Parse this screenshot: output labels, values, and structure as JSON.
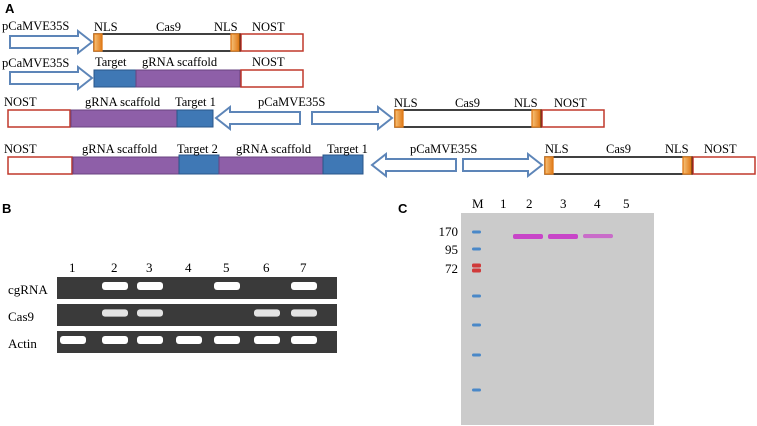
{
  "panels": {
    "a": {
      "letter": "A",
      "row1": {
        "promoter": "pCaMVE35S",
        "nls_left": "NLS",
        "gene": "Cas9",
        "nls_right": "NLS",
        "terminator": "NOST"
      },
      "row2": {
        "promoter": "pCaMVE35S",
        "target": "Target",
        "scaffold": "gRNA scaffold",
        "terminator": "NOST"
      },
      "row3": {
        "terminator_left": "NOST",
        "scaffold": "gRNA scaffold",
        "target": "Target 1",
        "promoter": "pCaMVE35S",
        "nls_left": "NLS",
        "gene": "Cas9",
        "nls_right": "NLS",
        "terminator_right": "NOST"
      },
      "row4": {
        "terminator_left": "NOST",
        "scaffold_1": "gRNA scaffold",
        "target_2": "Target 2",
        "scaffold_2": "gRNA scaffold",
        "target_1": "Target 1",
        "promoter": "pCaMVE35S",
        "nls_left": "NLS",
        "gene": "Cas9",
        "nls_right": "NLS",
        "terminator_right": "NOST"
      }
    },
    "b": {
      "letter": "B",
      "lanes": [
        "1",
        "2",
        "3",
        "4",
        "5",
        "6",
        "7"
      ],
      "rows": [
        {
          "label": "cgRNA",
          "bands": [
            0,
            1,
            1,
            0,
            1,
            0,
            1
          ]
        },
        {
          "label": "Cas9",
          "bands": [
            0,
            0.75,
            0.75,
            0,
            0,
            0.75,
            0.75
          ]
        },
        {
          "label": "Actin",
          "bands": [
            1,
            1,
            1,
            1,
            1,
            1,
            1
          ]
        }
      ]
    },
    "c": {
      "letter": "C",
      "lanes": [
        "M",
        "1",
        "2",
        "3",
        "4",
        "5"
      ],
      "markers": [
        "170",
        "95",
        "72"
      ],
      "bands": [
        1,
        1,
        0.55
      ],
      "colors": {
        "membrane": "#cbcbcb",
        "band": "#c845c8",
        "marker_blue": "#4a88c8",
        "marker_red": "#d03a3a"
      }
    }
  },
  "colors": {
    "promoter_arrow": "#5d85b8",
    "terminator_box": "#c0392b",
    "nls_box": "#e07b1a",
    "scaffold": "#8e5fa8",
    "target": "#3f78b5",
    "gel": "#3a3a3a"
  }
}
